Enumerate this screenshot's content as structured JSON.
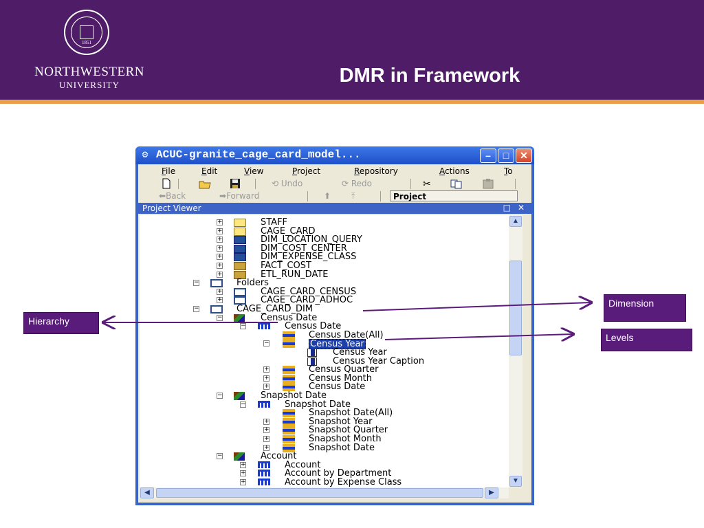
{
  "slide": {
    "title": "DMR in Framework",
    "org_name": "NORTHWESTERN",
    "org_sub": "UNIVERSITY",
    "seal_year": "1851",
    "colors": {
      "header": "#4f1c68",
      "accent_line": "#e8a04a",
      "callout": "#5a1c7a"
    }
  },
  "window": {
    "title": "ACUC-granite_cage_card_model...",
    "controls": [
      "minimize-icon",
      "maximize-icon",
      "close-icon"
    ]
  },
  "menubar": [
    {
      "ul": "F",
      "rest": "ile"
    },
    {
      "ul": "E",
      "rest": "dit"
    },
    {
      "ul": "V",
      "rest": "iew"
    },
    {
      "ul": "P",
      "rest": "roject"
    },
    {
      "ul": "R",
      "rest": "epository"
    },
    {
      "ul": "A",
      "rest": "ctions"
    },
    {
      "ul": "T",
      "rest": "o"
    }
  ],
  "toolbar1": {
    "undo": "Undo",
    "redo": "Redo",
    "icons": [
      "new-icon",
      "open-icon",
      "save-icon",
      "undo-icon",
      "redo-icon",
      "cut-icon",
      "copy-icon",
      "paste-icon"
    ]
  },
  "toolbar2": {
    "back": "Back",
    "forward": "Forward",
    "project": "Project"
  },
  "project_viewer": {
    "title": "Project Viewer",
    "max": "□",
    "close": "✕",
    "tree": [
      {
        "label": "STAFF",
        "icon": "folder",
        "expander": "+"
      },
      {
        "label": "CAGE_CARD",
        "icon": "folder",
        "expander": "+"
      },
      {
        "label": "DIM_LOCATION_QUERY",
        "icon": "table",
        "expander": "+"
      },
      {
        "label": "DIM_COST_CENTER",
        "icon": "table",
        "expander": "+"
      },
      {
        "label": "DIM_EXPENSE_CLASS",
        "icon": "table",
        "expander": "+"
      },
      {
        "label": "FACT_COST",
        "icon": "fact",
        "expander": "+"
      },
      {
        "label": "ETL_RUN_DATE",
        "icon": "fact",
        "expander": "+"
      },
      {
        "label": "Folders",
        "icon": "package",
        "expander": "−"
      },
      {
        "label": "CAGE_CARD_CENSUS",
        "icon": "package",
        "expander": "+"
      },
      {
        "label": "CAGE_CARD_ADHOC",
        "icon": "package",
        "expander": "+"
      },
      {
        "label": "CAGE_CARD_DIM",
        "icon": "package",
        "expander": "−"
      },
      {
        "label": "Census Date",
        "icon": "dimension",
        "expander": "−"
      },
      {
        "label": "Census Date",
        "icon": "hierarchy",
        "expander": "−"
      },
      {
        "label": "Census Date(All)",
        "icon": "level",
        "expander": ""
      },
      {
        "label": "Census Year",
        "icon": "level",
        "expander": "−",
        "selected": true
      },
      {
        "label": "Census Year",
        "icon": "attribute",
        "expander": ""
      },
      {
        "label": "Census Year Caption",
        "icon": "attribute",
        "expander": ""
      },
      {
        "label": "Census Quarter",
        "icon": "level",
        "expander": "+"
      },
      {
        "label": "Census Month",
        "icon": "level",
        "expander": "+"
      },
      {
        "label": "Census Date",
        "icon": "level",
        "expander": "+"
      },
      {
        "label": "Snapshot Date",
        "icon": "dimension",
        "expander": "−"
      },
      {
        "label": "Snapshot Date",
        "icon": "hierarchy",
        "expander": "−"
      },
      {
        "label": "Snapshot Date(All)",
        "icon": "level",
        "expander": ""
      },
      {
        "label": "Snapshot Year",
        "icon": "level",
        "expander": "+"
      },
      {
        "label": "Snapshot Quarter",
        "icon": "level",
        "expander": "+"
      },
      {
        "label": "Snapshot Month",
        "icon": "level",
        "expander": "+"
      },
      {
        "label": "Snapshot Date",
        "icon": "level",
        "expander": "+"
      },
      {
        "label": "Account",
        "icon": "dimension",
        "expander": "−"
      },
      {
        "label": "Account",
        "icon": "hierarchy",
        "expander": "+"
      },
      {
        "label": "Account by Department",
        "icon": "hierarchy",
        "expander": "+"
      },
      {
        "label": "Account by Expense Class",
        "icon": "hierarchy",
        "expander": "+"
      }
    ]
  },
  "callouts": {
    "dimension": "Dimension",
    "hierarchy": "Hierarchy",
    "levels": "Levels"
  }
}
